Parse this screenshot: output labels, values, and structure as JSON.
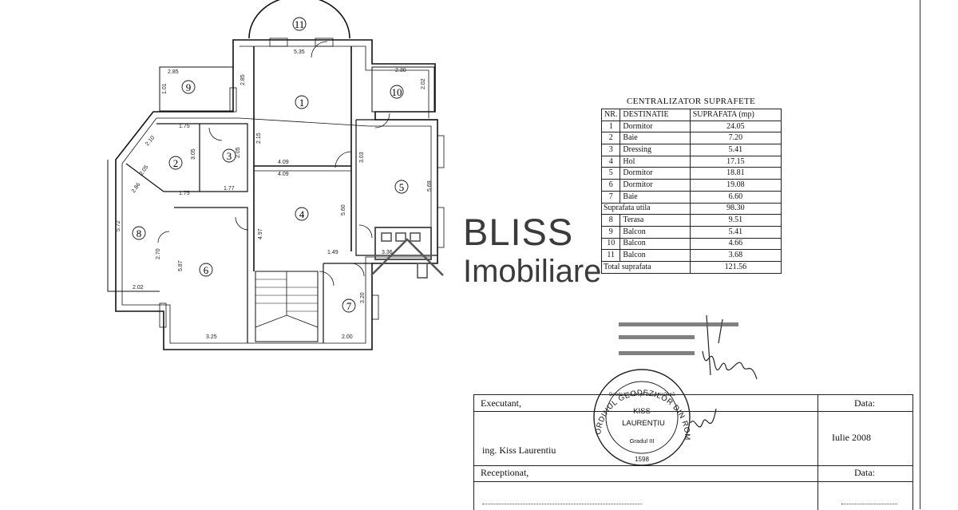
{
  "plan": {
    "room_labels": [
      "1",
      "2",
      "3",
      "4",
      "5",
      "6",
      "7",
      "8",
      "9",
      "10",
      "11"
    ],
    "dimensions": [
      "5.35",
      "2.85",
      "2.85",
      "2.30",
      "2.02",
      "1.01",
      "1.75",
      "2.10",
      "3.05",
      "2.15",
      "2.05",
      "4.09",
      "4.09",
      "3.03",
      "5.69",
      "2.05",
      "2.86",
      "1.75",
      "1.77",
      "4.97",
      "5.60",
      "1.49",
      "3.36",
      "5.72",
      "2.70",
      "5.87",
      "2.02",
      "3.25",
      "2.00",
      "3.20"
    ]
  },
  "surface_table": {
    "title": "CENTRALIZATOR SUPRAFETE",
    "headers": [
      "NR.",
      "DESTINATIE",
      "SUPRAFATA (mp)"
    ],
    "rows": [
      {
        "nr": "1",
        "dest": "Dormitor",
        "area": "24.05"
      },
      {
        "nr": "2",
        "dest": "Baie",
        "area": "7.20"
      },
      {
        "nr": "3",
        "dest": "Dressing",
        "area": "5.41"
      },
      {
        "nr": "4",
        "dest": "Hol",
        "area": "17.15"
      },
      {
        "nr": "5",
        "dest": "Dormitor",
        "area": "18.81"
      },
      {
        "nr": "6",
        "dest": "Dormitor",
        "area": "19.08"
      },
      {
        "nr": "7",
        "dest": "Baie",
        "area": "6.60"
      }
    ],
    "useful_label": "Suprafata utila",
    "useful_value": "98.30",
    "extra_rows": [
      {
        "nr": "8",
        "dest": "Terasa",
        "area": "9.51"
      },
      {
        "nr": "9",
        "dest": "Balcon",
        "area": "5.41"
      },
      {
        "nr": "10",
        "dest": "Balcon",
        "area": "4.66"
      },
      {
        "nr": "11",
        "dest": "Balcon",
        "area": "3.68"
      }
    ],
    "total_label": "Total suprafata",
    "total_value": "121.56"
  },
  "logo": {
    "line1": "BLISS",
    "line2": "Imobiliare"
  },
  "stamp": {
    "ring_top": "ORDINUL GEODEZILOR DIN ROMANIA",
    "center_small": "Geodez cu drept de semnătură",
    "name1": "KISS",
    "name2": "LAURENȚIU",
    "grade": "Gradul III",
    "number": "1598"
  },
  "signature_block": {
    "executant_label": "Executant,",
    "data_label_1": "Data:",
    "engineer": "ing.  Kiss Laurentiu",
    "date": "Iulie 2008",
    "receptionat_label": "Receptionat,",
    "data_label_2": "Data:"
  },
  "colors": {
    "ink": "#111111",
    "logo_gray": "#3b3b3b",
    "paper": "#ffffff"
  }
}
